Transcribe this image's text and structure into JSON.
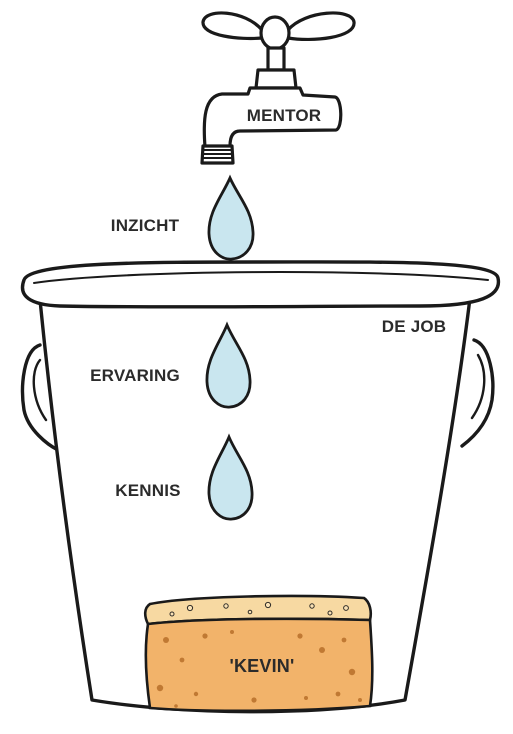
{
  "labels": {
    "tap": "MENTOR",
    "drop_insight": "INZICHT",
    "drop_experience": "ERVARING",
    "drop_knowledge": "KENNIS",
    "bucket": "DE JOB",
    "sponge": "'KEVIN'"
  },
  "colors": {
    "outline": "#1a1a1a",
    "water_drop_fill": "#c9e6ef",
    "sponge_fill": "#f2b36a",
    "sponge_highlight": "#f7d9a2",
    "sponge_hole": "#b86f2a"
  }
}
